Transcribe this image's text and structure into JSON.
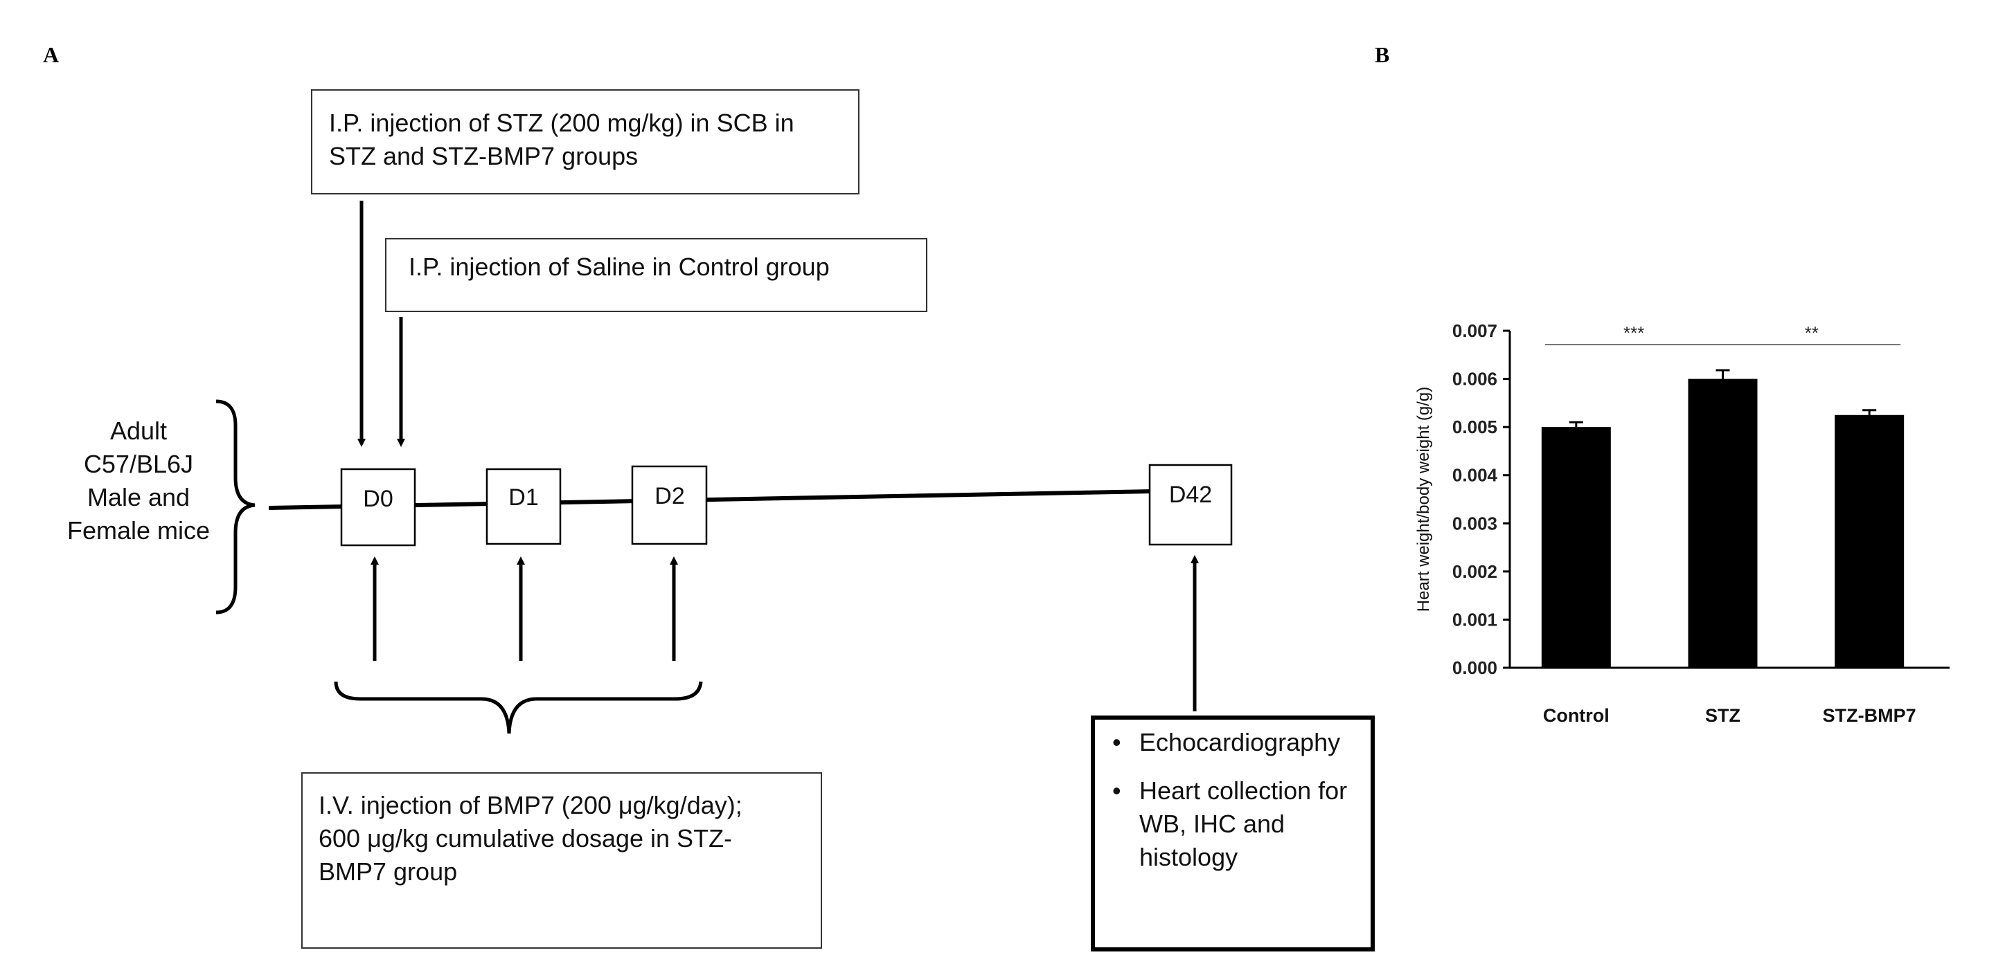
{
  "panels": {
    "a": "A",
    "b": "B"
  },
  "diagram": {
    "stz_box": [
      "I.P. injection of STZ (200 mg/kg) in SCB in",
      "STZ and STZ-BMP7 groups"
    ],
    "saline_box": [
      "I.P. injection of Saline in Control group"
    ],
    "mice_label": [
      "Adult",
      "C57/BL6J",
      "Male and",
      "Female mice"
    ],
    "days": [
      "D0",
      "D1",
      "D2",
      "D42"
    ],
    "bmp7_box": [
      "I.V. injection of BMP7 (200 μg/kg/day);",
      "600 μg/kg cumulative dosage in STZ-",
      "BMP7 group"
    ],
    "endpoint_items": [
      [
        "Echocardiography"
      ],
      [
        "Heart collection for",
        "WB, IHC and",
        "histology"
      ]
    ]
  },
  "chart_data": {
    "type": "bar",
    "categories": [
      "Control",
      "STZ",
      "STZ-BMP7"
    ],
    "values": [
      0.005,
      0.006,
      0.00525
    ],
    "errors": [
      0.0001,
      0.00018,
      0.0001
    ],
    "ylabel": "Heart weight/body weight  (g/g)",
    "xlabel": "",
    "ylim": [
      0,
      0.007
    ],
    "yticks": [
      "0.000",
      "0.001",
      "0.002",
      "0.003",
      "0.004",
      "0.005",
      "0.006",
      "0.007"
    ],
    "significance": [
      {
        "from": 0,
        "to": 1,
        "label": "***"
      },
      {
        "from": 1,
        "to": 2,
        "label": "**"
      }
    ],
    "bar_color": "#000000",
    "grid": false
  }
}
